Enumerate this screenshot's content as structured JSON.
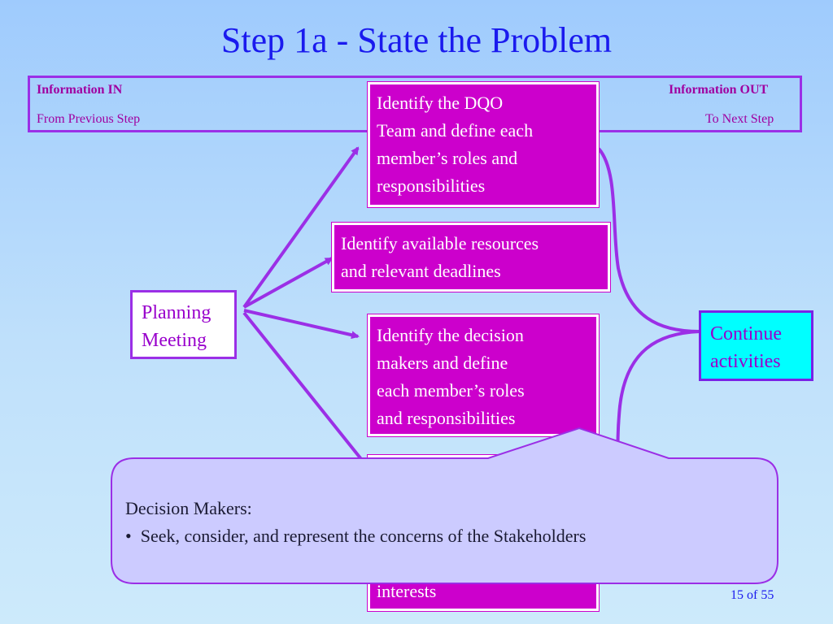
{
  "title": "Step 1a - State the Problem",
  "info_band": {
    "in_label": "Information IN",
    "in_sub": "From Previous Step",
    "out_label": "Information OUT",
    "out_sub": "To Next Step"
  },
  "nodes": {
    "planning": [
      "Planning",
      "Meeting"
    ],
    "box1": [
      "Identify the DQO",
      "Team and define each",
      "member’s roles and",
      "responsibilities"
    ],
    "box2": [
      "Identify available resources",
      "and relevant deadlines"
    ],
    "box3": [
      "Identify the decision",
      "makers and define",
      "each member’s roles",
      "and responsibilities"
    ],
    "box4_visible": "interests",
    "continue": [
      "Continue",
      "activities"
    ]
  },
  "callout": {
    "heading": "Decision Makers:",
    "bullet": "Seek, consider, and represent the concerns of the Stakeholders"
  },
  "page_number": "15 of 55",
  "colors": {
    "title": "#1a1aee",
    "accent_magenta": "#cc00cc",
    "line_purple": "#9b2fe6",
    "continue_cyan": "#00ffff",
    "callout_fill": "#cccbff"
  }
}
